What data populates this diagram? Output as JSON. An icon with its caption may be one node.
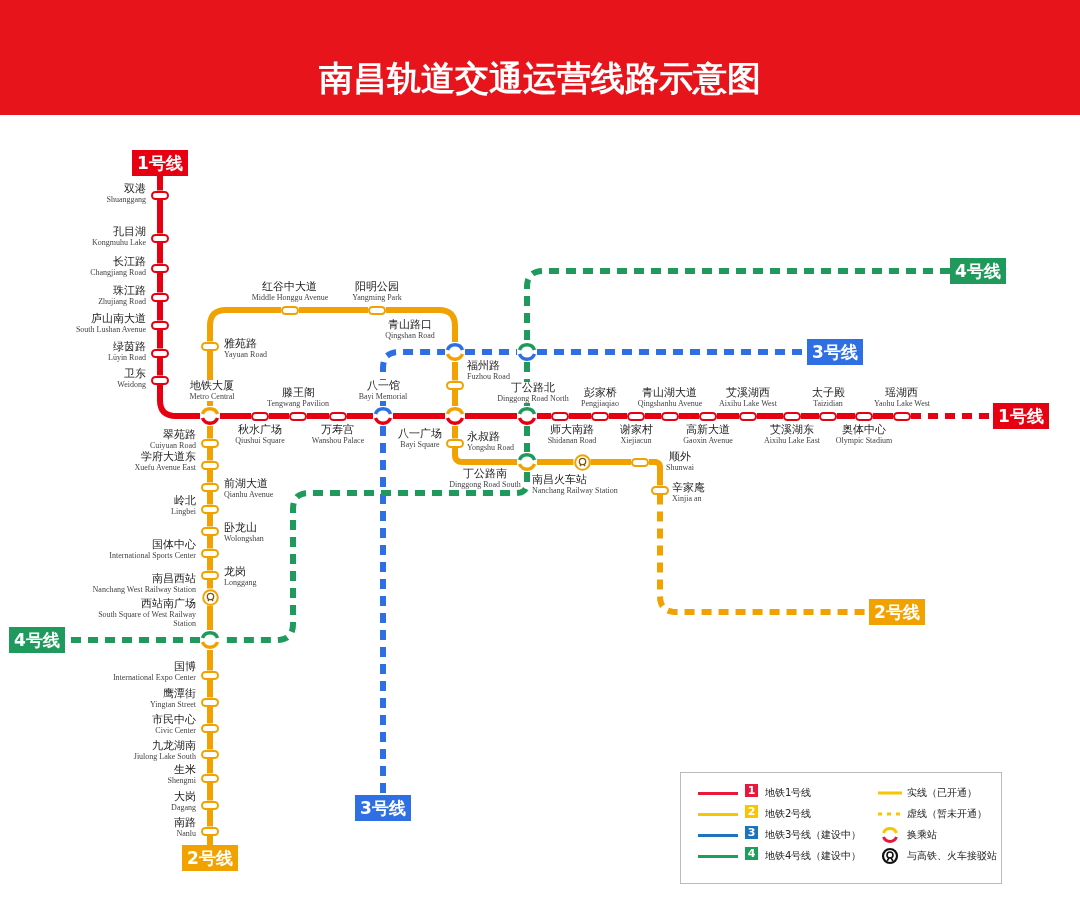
{
  "diagram": {
    "title": "南昌轨道交通运营线路示意图",
    "nodes": [
      {
        "text": [
          "1号线"
        ]
      },
      {
        "text": [],
        "shape": "box",
        "beside": [
          "双港",
          "Shuanggang"
        ]
      },
      {
        "text": [],
        "shape": "box",
        "beside": [
          "孔目湖",
          "Kongmuhu Lake"
        ]
      },
      {
        "text": [],
        "shape": "box",
        "beside": [
          "长江路",
          "Changjiang Road"
        ]
      },
      {
        "text": [],
        "shape": "box",
        "beside": [
          "珠江路",
          "Zhujiang Road"
        ]
      },
      {
        "text": [],
        "shape": "box",
        "beside": [
          "庐山南大道",
          "South Lushan Avenue"
        ]
      },
      {
        "text": [],
        "shape": "box",
        "beside": [
          "绿茵路",
          "Lüyin Road"
        ]
      },
      {
        "text": [],
        "shape": "box",
        "beside": [
          "卫东",
          "Weidong"
        ]
      },
      {
        "text": [],
        "shape": "circle",
        "beside": [
          "地铁大厦",
          "Metro Central"
        ]
      },
      {
        "text": [],
        "shape": "box",
        "beside": [
          "秋水广场",
          "Qiushui Square"
        ]
      },
      {
        "text": [],
        "shape": "box",
        "beside": [
          "滕王阁",
          "Tengwang Pavilion"
        ]
      },
      {
        "text": [],
        "shape": "box",
        "beside": [
          "万寿宫",
          "Wanshou Palace"
        ]
      },
      {
        "text": [],
        "shape": "circle",
        "beside": [
          "八一馆",
          "Bayi Memorial"
        ]
      },
      {
        "text": [],
        "shape": "circle",
        "beside": [
          "八一广场",
          "Bayi Square"
        ]
      },
      {
        "text": [],
        "shape": "circle",
        "beside": [
          "丁公路北",
          "Dinggong Road North"
        ]
      },
      {
        "text": [],
        "shape": "box",
        "beside": [
          "师大南路",
          "Shidanan Road"
        ]
      },
      {
        "text": [],
        "shape": "box",
        "beside": [
          "彭家桥",
          "Pengjiaqiao"
        ]
      },
      {
        "text": [],
        "shape": "box",
        "beside": [
          "谢家村",
          "Xiejiacun"
        ]
      },
      {
        "text": [],
        "shape": "box",
        "beside": [
          "青山湖大道",
          "Qingshanhu Avenue"
        ]
      },
      {
        "text": [],
        "shape": "box",
        "beside": [
          "高新大道",
          "Gaoxin Avenue"
        ]
      },
      {
        "text": [],
        "shape": "box",
        "beside": [
          "艾溪湖西",
          "Aixihu Lake West"
        ]
      },
      {
        "text": [],
        "shape": "box",
        "beside": [
          "艾溪湖东",
          "Aixihu Lake East"
        ]
      },
      {
        "text": [],
        "shape": "box",
        "beside": [
          "太子殿",
          "Taizidian"
        ]
      },
      {
        "text": [],
        "shape": "box",
        "beside": [
          "奥体中心",
          "Olympic Stadium"
        ]
      },
      {
        "text": [],
        "shape": "box",
        "beside": [
          "瑶湖西",
          "Yaohu Lake West"
        ]
      },
      {
        "text": [
          "1号线"
        ]
      },
      {
        "text": [
          "2号线"
        ]
      },
      {
        "text": [],
        "shape": "box",
        "beside": [
          "南路",
          "Nanlu"
        ]
      },
      {
        "text": [],
        "shape": "box",
        "beside": [
          "大岗",
          "Dagang"
        ]
      },
      {
        "text": [],
        "shape": "box",
        "beside": [
          "生米",
          "Shengmi"
        ]
      },
      {
        "text": [],
        "shape": "box",
        "beside": [
          "九龙湖南",
          "Jiulong Lake South"
        ]
      },
      {
        "text": [],
        "shape": "box",
        "beside": [
          "市民中心",
          "Civic Center"
        ]
      },
      {
        "text": [],
        "shape": "box",
        "beside": [
          "鹰潭街",
          "Yingtan Street"
        ]
      },
      {
        "text": [],
        "shape": "box",
        "beside": [
          "国博",
          "International Expo Center"
        ]
      },
      {
        "text": [],
        "shape": "circle",
        "beside": [
          "西站南广场",
          "South Square of West Railway Station"
        ]
      },
      {
        "text": [],
        "shape": "picture",
        "beside": [
          "南昌西站",
          "Nanchang West Railway Station"
        ]
      },
      {
        "text": [],
        "shape": "box",
        "beside": [
          "龙岗",
          "Longgang"
        ]
      },
      {
        "text": [],
        "shape": "box",
        "beside": [
          "国体中心",
          "International Sports Center"
        ]
      },
      {
        "text": [],
        "shape": "box",
        "beside": [
          "卧龙山",
          "Wolongshan"
        ]
      },
      {
        "text": [],
        "shape": "box",
        "beside": [
          "岭北",
          "Lingbei"
        ]
      },
      {
        "text": [],
        "shape": "box",
        "beside": [
          "前湖大道",
          "Qianhu Avenue"
        ]
      },
      {
        "text": [],
        "shape": "box",
        "beside": [
          "学府大道东",
          "Xuefu Avenue East"
        ]
      },
      {
        "text": [],
        "shape": "box",
        "beside": [
          "翠苑路",
          "Cuiyuan Road"
        ]
      },
      {
        "text": [],
        "shape": "box",
        "beside": [
          "雅苑路",
          "Yayuan Road"
        ]
      },
      {
        "text": [],
        "shape": "box",
        "beside": [
          "红谷中大道",
          "Middle Honggu Avenue"
        ]
      },
      {
        "text": [],
        "shape": "box",
        "beside": [
          "阳明公园",
          "Yangming Park"
        ]
      },
      {
        "text": [],
        "shape": "circle",
        "beside": [
          "青山路口",
          "Qingshan Road"
        ]
      },
      {
        "text": [],
        "shape": "box",
        "beside": [
          "福州路",
          "Fuzhou Road"
        ]
      },
      {
        "text": [],
        "shape": "box",
        "beside": [
          "永叔路",
          "Yongshu Road"
        ]
      },
      {
        "text": [],
        "shape": "circle",
        "beside": [
          "丁公路南",
          "Dinggong Road South"
        ]
      },
      {
        "text": [],
        "shape": "picture",
        "beside": [
          "南昌火车站",
          "Nanchang Railway Station"
        ]
      },
      {
        "text": [],
        "shape": "box",
        "beside": [
          "顺外",
          "Shunwai"
        ]
      },
      {
        "text": [],
        "shape": "box",
        "beside": [
          "辛家庵",
          "Xinjia an"
        ]
      },
      {
        "text": [
          "2号线"
        ]
      },
      {
        "text": [
          "3号线"
        ]
      },
      {
        "text": [],
        "shape": "circle"
      },
      {
        "text": [
          "3号线"
        ]
      },
      {
        "text": [
          "4号线"
        ]
      },
      {
        "text": [
          "4号线"
        ]
      }
    ],
    "edges": [
      {
        "from": 0,
        "to": 1,
        "arrow": "none",
        "color": "#e60012"
      },
      {
        "from": 1,
        "to": 2,
        "arrow": "none",
        "color": "#e60012"
      },
      {
        "from": 2,
        "to": 3,
        "arrow": "none",
        "color": "#e60012"
      },
      {
        "from": 3,
        "to": 4,
        "arrow": "none",
        "color": "#e60012"
      },
      {
        "from": 4,
        "to": 5,
        "arrow": "none",
        "color": "#e60012"
      },
      {
        "from": 5,
        "to": 6,
        "arrow": "none",
        "color": "#e60012"
      },
      {
        "from": 6,
        "to": 7,
        "arrow": "none",
        "color": "#e60012"
      },
      {
        "from": 7,
        "to": 8,
        "arrow": "none",
        "color": "#e60012"
      },
      {
        "from": 8,
        "to": 9,
        "arrow": "none",
        "color": "#e60012"
      },
      {
        "from": 9,
        "to": 10,
        "arrow": "none",
        "color": "#e60012"
      },
      {
        "from": 10,
        "to": 11,
        "arrow": "none",
        "color": "#e60012"
      },
      {
        "from": 11,
        "to": 12,
        "arrow": "none",
        "color": "#e60012"
      },
      {
        "from": 12,
        "to": 13,
        "arrow": "none",
        "color": "#e60012"
      },
      {
        "from": 13,
        "to": 14,
        "arrow": "none",
        "color": "#e60012"
      },
      {
        "from": 14,
        "to": 15,
        "arrow": "none",
        "color": "#e60012"
      },
      {
        "from": 15,
        "to": 16,
        "arrow": "none",
        "color": "#e60012"
      },
      {
        "from": 16,
        "to": 17,
        "arrow": "none",
        "color": "#e60012"
      },
      {
        "from": 17,
        "to": 18,
        "arrow": "none",
        "color": "#e60012"
      },
      {
        "from": 18,
        "to": 19,
        "arrow": "none",
        "color": "#e60012"
      },
      {
        "from": 19,
        "to": 20,
        "arrow": "none",
        "color": "#e60012"
      },
      {
        "from": 20,
        "to": 21,
        "arrow": "none",
        "color": "#e60012"
      },
      {
        "from": 21,
        "to": 22,
        "arrow": "none",
        "color": "#e60012"
      },
      {
        "from": 22,
        "to": 23,
        "arrow": "none",
        "color": "#e60012"
      },
      {
        "from": 23,
        "to": 24,
        "arrow": "none",
        "color": "#e60012"
      },
      {
        "from": 24,
        "to": 25,
        "arrow": "none",
        "style": "dashed",
        "color": "#e60012"
      },
      {
        "from": 26,
        "to": 27,
        "arrow": "none"
      },
      {
        "from": 27,
        "to": 28,
        "arrow": "none"
      },
      {
        "from": 28,
        "to": 29,
        "arrow": "none"
      },
      {
        "from": 29,
        "to": 30,
        "arrow": "none"
      },
      {
        "from": 30,
        "to": 31,
        "arrow": "none"
      },
      {
        "from": 31,
        "to": 32,
        "arrow": "none"
      },
      {
        "from": 32,
        "to": 33,
        "arrow": "none"
      },
      {
        "from": 33,
        "to": 34,
        "arrow": "none"
      },
      {
        "from": 34,
        "to": 35,
        "arrow": "none"
      },
      {
        "from": 35,
        "to": 36,
        "arrow": "none"
      },
      {
        "from": 36,
        "to": 37,
        "arrow": "none"
      },
      {
        "from": 37,
        "to": 38,
        "arrow": "none"
      },
      {
        "from": 38,
        "to": 39,
        "arrow": "none"
      },
      {
        "from": 39,
        "to": 40,
        "arrow": "none"
      },
      {
        "from": 40,
        "to": 41,
        "arrow": "none"
      },
      {
        "from": 41,
        "to": 42,
        "arrow": "none"
      },
      {
        "from": 42,
        "to": 8,
        "arrow": "none"
      },
      {
        "from": 8,
        "to": 43,
        "arrow": "none"
      },
      {
        "from": 43,
        "to": 44,
        "arrow": "none"
      },
      {
        "from": 44,
        "to": 45,
        "arrow": "none"
      },
      {
        "from": 45,
        "to": 46,
        "arrow": "none"
      },
      {
        "from": 46,
        "to": 47,
        "arrow": "none"
      },
      {
        "from": 47,
        "to": 13,
        "arrow": "none"
      },
      {
        "from": 13,
        "to": 48,
        "arrow": "none"
      },
      {
        "from": 48,
        "to": 49,
        "arrow": "none"
      },
      {
        "from": 49,
        "to": 50,
        "arrow": "none"
      },
      {
        "from": 50,
        "to": 51,
        "arrow": "none"
      },
      {
        "from": 51,
        "to": 52,
        "arrow": "none"
      },
      {
        "from": 52,
        "to": 53,
        "arrow": "none",
        "style": "dashed"
      },
      {
        "from": 12,
        "to": 46,
        "arrow": "none",
        "style": "dashed",
        "color": "#2e6fe3"
      },
      {
        "from": 46,
        "to": 55,
        "arrow": "none",
        "style": "dashed",
        "color": "#2e6fe3"
      },
      {
        "from": 55,
        "to": 54,
        "arrow": "none",
        "style": "dashed",
        "color": "#2e6fe3"
      },
      {
        "from": 12,
        "to": 56,
        "arrow": "none",
        "style": "dashed",
        "color": "#2e6fe3"
      },
      {
        "from": 57,
        "to": 55,
        "arrow": "none",
        "style": "dashed",
        "color": "#1f9a5c"
      },
      {
        "from": 55,
        "to": 14,
        "arrow": "none",
        "style": "dashed",
        "color": "#1f9a5c"
      },
      {
        "from": 14,
        "to": 49,
        "arrow": "none",
        "style": "dashed",
        "color": "#1f9a5c"
      },
      {
        "from": 49,
        "to": 34,
        "arrow": "none",
        "style": "dashed",
        "color": "#1f9a5c"
      },
      {
        "from": 34,
        "to": 58,
        "arrow": "none",
        "style": "dashed",
        "color": "#1f9a5c"
      }
    ],
    "labels": [
      "1",
      "2",
      "3",
      "4"
    ],
    "legend": [
      {
        "text": "地铁1号线",
        "color": "#e8173c"
      },
      {
        "text": "地铁2号线",
        "color": "#f7c600"
      },
      {
        "text": "地铁3号线（建设中）",
        "color": "#1c75bc"
      },
      {
        "text": "地铁4号线（建设中）",
        "color": "#1aa05a"
      },
      {
        "text": "实线（已开通）"
      },
      {
        "text": "虚线（暂未开通）"
      },
      {
        "text": "换乘站"
      },
      {
        "text": "与高铁、火车接驳站"
      }
    ]
  }
}
